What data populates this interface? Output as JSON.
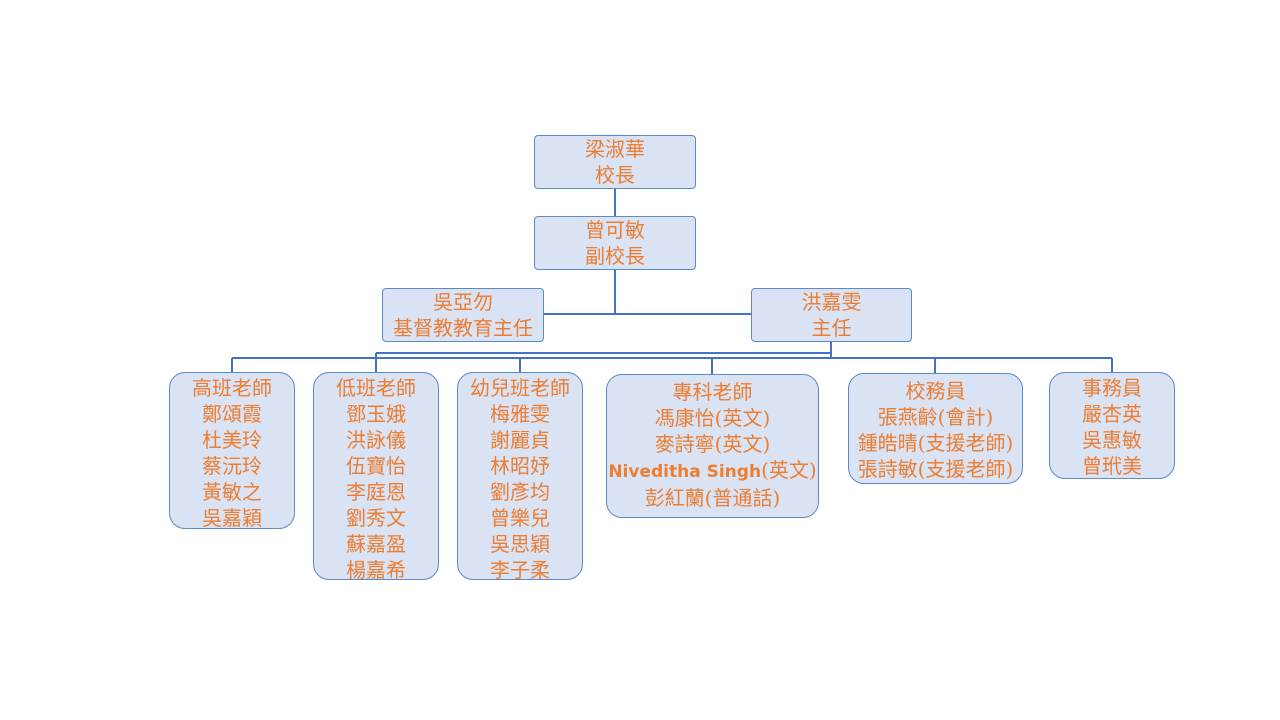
{
  "principal": {
    "name": "梁淑華",
    "title": "校長"
  },
  "vice_principal": {
    "name": "曾可敏",
    "title": "副校長"
  },
  "christian_ed_head": {
    "name": "吳亞勿",
    "title": "基督教教育主任"
  },
  "director": {
    "name": "洪嘉雯",
    "title": "主任"
  },
  "groups": [
    {
      "title": "高班老師",
      "members": [
        "鄭頌霞",
        "杜美玲",
        "蔡沅玲",
        "黃敏之",
        "吳嘉穎"
      ]
    },
    {
      "title": "低班老師",
      "members": [
        "鄧玉娥",
        "洪詠儀",
        "伍寶怡",
        "李庭恩",
        "劉秀文",
        "蘇嘉盈",
        "楊嘉希"
      ]
    },
    {
      "title": "幼兒班老師",
      "members": [
        "梅雅雯",
        "謝麗貞",
        "林昭妤",
        "劉彥均",
        "曾樂兒",
        "吳思穎",
        "李子柔"
      ]
    },
    {
      "title": "專科老師",
      "members": [
        "馮康怡(英文)",
        "麥詩寧(英文)",
        "(英文)",
        "彭紅蘭(普通話)"
      ],
      "special_name": "Niveditha Singh"
    },
    {
      "title": "校務員",
      "members": [
        "張燕齡(會計)",
        "鍾皓晴(支援老師)",
        "張詩敏(支援老師)"
      ]
    },
    {
      "title": "事務員",
      "members": [
        "嚴杏英",
        "吳惠敏",
        "曾玳美"
      ]
    }
  ],
  "colors": {
    "box_fill": "#dae3f3",
    "box_border": "#5b8ac6",
    "text": "#ed7d31",
    "connector": "#4472c4"
  }
}
